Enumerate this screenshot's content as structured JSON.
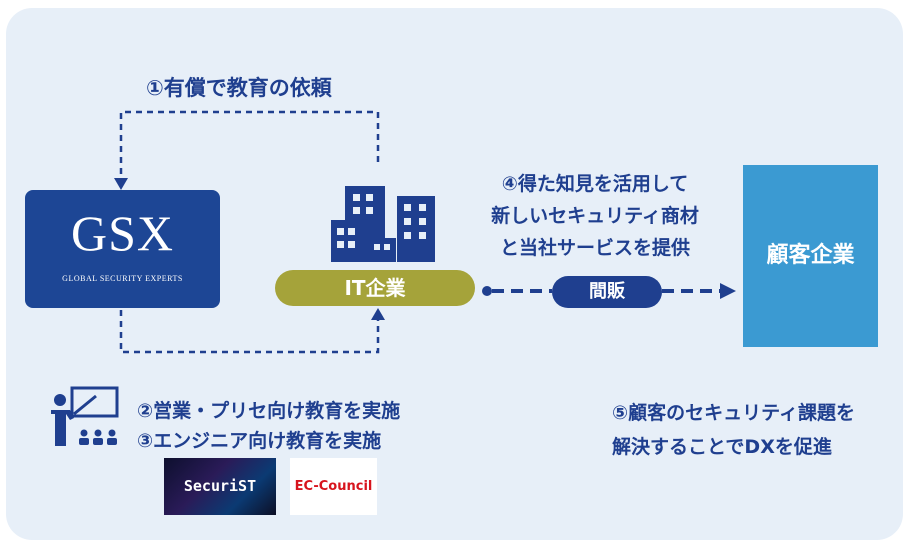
{
  "steps": {
    "request": "①有償で教育の依頼",
    "knowledge_line1": "④得た知見を活用して",
    "knowledge_line2": "新しいセキュリティ商材",
    "knowledge_line3": "と当社サービスを提供",
    "sales_education": "②営業・プリセ向け教育を実施",
    "engineer_education": "③エンジニア向け教育を実施",
    "solve_line1": "⑤顧客のセキュリティ課題を",
    "solve_line2": "解決することでDXを促進"
  },
  "nodes": {
    "gsx_logo": "GSX",
    "gsx_tagline": "GLOBAL SECURITY EXPERTS",
    "it_company": "IT企業",
    "dealer": "間販",
    "customer": "顧客企業"
  },
  "logos": {
    "securi": "SecuriST",
    "eccouncil": "EC-Council"
  },
  "colors": {
    "navy": "#1f3f8f",
    "gsx_blue": "#1d4695",
    "olive": "#a5a33a",
    "sky": "#3b9ad2",
    "panel": "#e7eff8"
  },
  "icons": [
    "building-icon",
    "teacher-icon"
  ]
}
